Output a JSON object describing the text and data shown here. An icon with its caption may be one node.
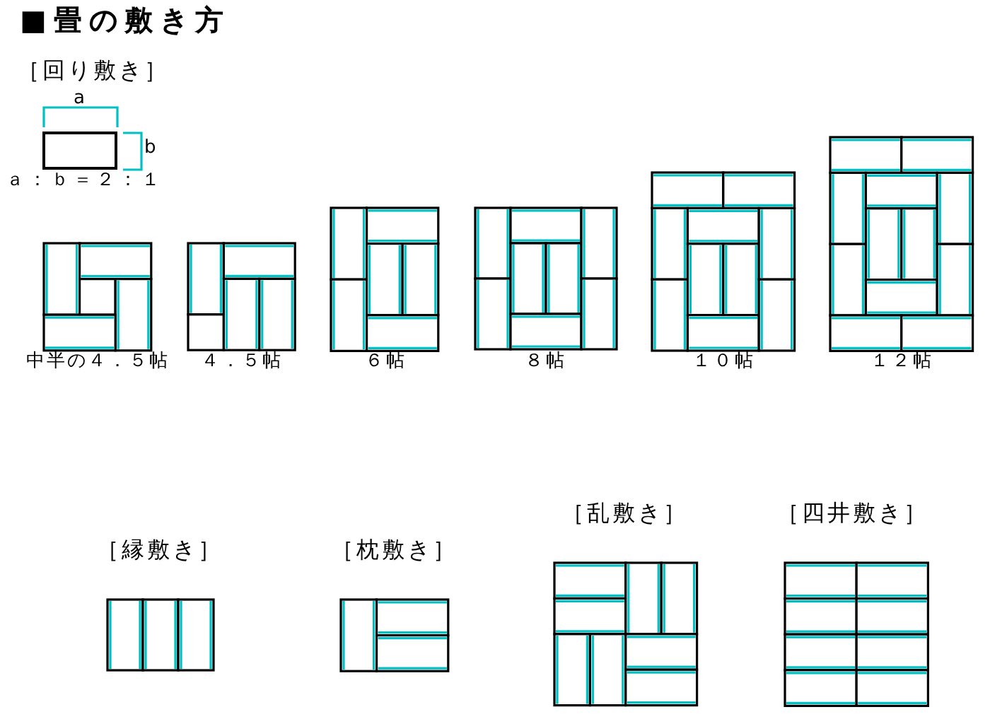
{
  "diagram": {
    "title": "■畳の敷き方",
    "labels": [
      "［回り敷き］",
      "a",
      "b",
      "ａ：ｂ＝２：１",
      "中半の４．５帖",
      "４．５帖",
      "６帖",
      "８帖",
      "１０帖",
      "１２帖",
      "［縁敷き］",
      "［枕敷き］",
      "［乱敷き］",
      "［四井敷き］"
    ]
  }
}
